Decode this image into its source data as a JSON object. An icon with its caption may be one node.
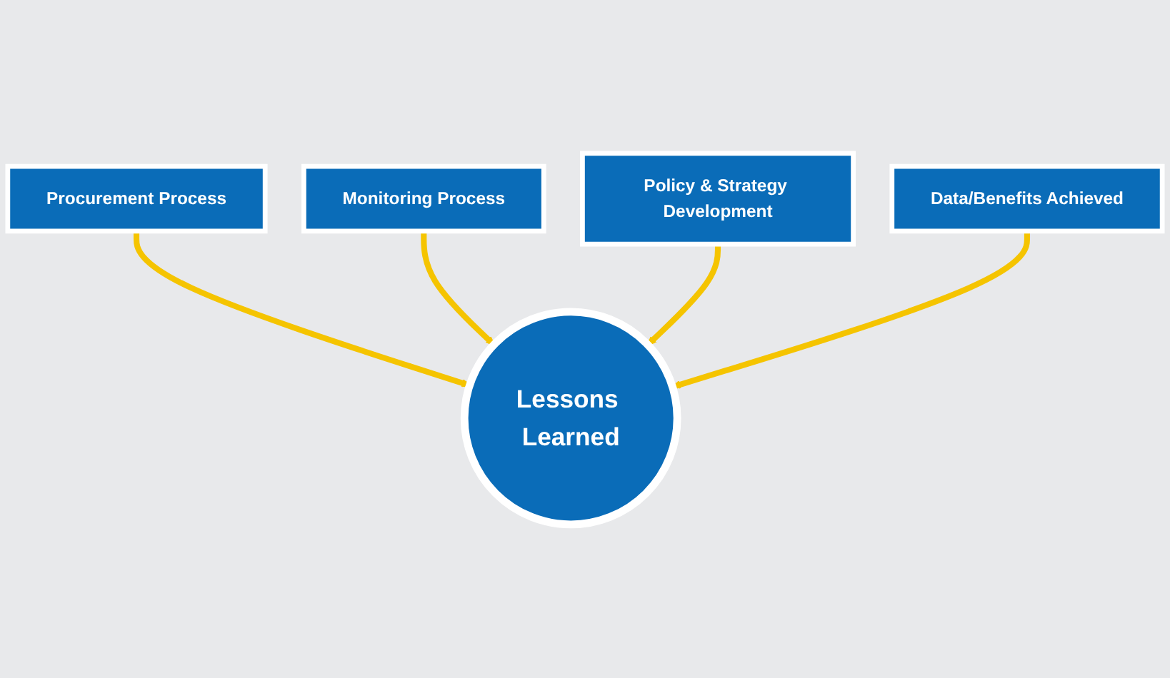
{
  "diagram": {
    "nodes": [
      {
        "text": [
          "Procurement Process"
        ]
      },
      {
        "text": [
          "Monitoring Process"
        ]
      },
      {
        "text": [
          "Policy & Strategy Development"
        ]
      },
      {
        "text": [
          "Lessons Learned"
        ]
      },
      {
        "text": [
          "Data/Benefits Achieved"
        ]
      }
    ],
    "edges": [
      {
        "from": 0,
        "to": 3,
        "arrow": "to"
      },
      {
        "from": 1,
        "to": 3,
        "arrow": "to"
      },
      {
        "from": 2,
        "to": 3,
        "arrow": "to"
      },
      {
        "from": 4,
        "to": 3,
        "arrow": "to"
      }
    ]
  }
}
